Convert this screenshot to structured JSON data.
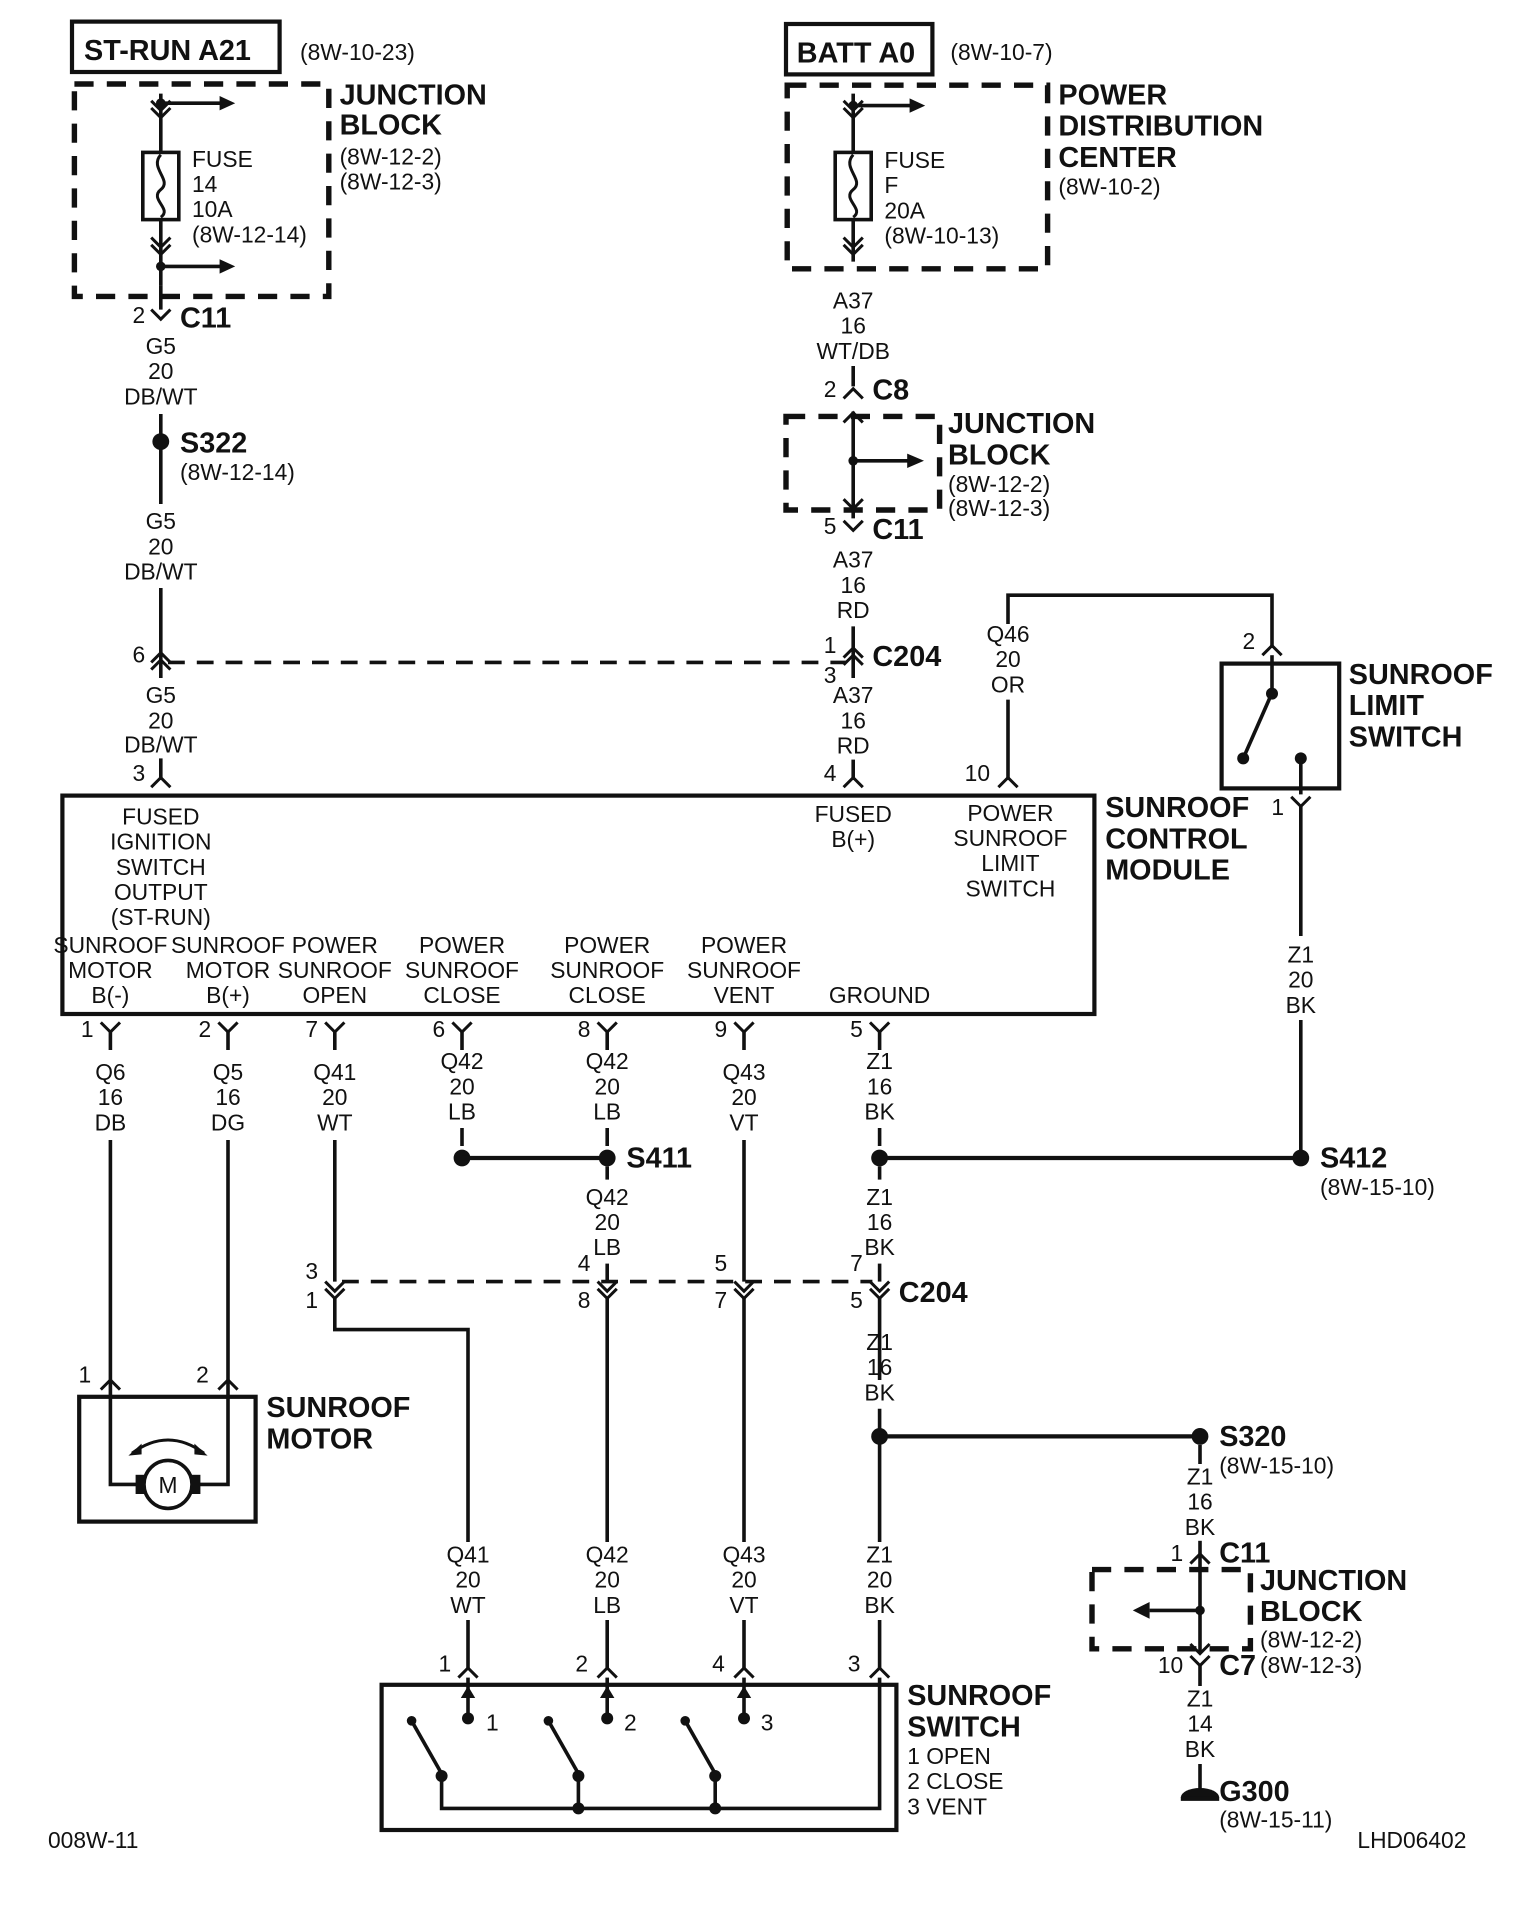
{
  "sources": {
    "st_run": {
      "name": "ST-RUN A21",
      "ref": "(8W-10-23)"
    },
    "batt": {
      "name": "BATT A0",
      "ref": "(8W-10-7)"
    }
  },
  "jb_top": {
    "title1": "JUNCTION",
    "title2": "BLOCK",
    "ref1": "(8W-12-2)",
    "ref2": "(8W-12-3)",
    "fuse": "FUSE",
    "fuse_num": "14",
    "fuse_amp": "10A",
    "fuse_ref": "(8W-12-14)"
  },
  "pdc": {
    "title1": "POWER",
    "title2": "DISTRIBUTION",
    "title3": "CENTER",
    "ref": "(8W-10-2)",
    "fuse": "FUSE",
    "fuse_num": "F",
    "fuse_amp": "20A",
    "fuse_ref": "(8W-10-13)"
  },
  "jb_mid": {
    "title1": "JUNCTION",
    "title2": "BLOCK",
    "ref1": "(8W-12-2)",
    "ref2": "(8W-12-3)"
  },
  "jb_low": {
    "title1": "JUNCTION",
    "title2": "BLOCK",
    "ref1": "(8W-12-2)",
    "ref2": "(8W-12-3)"
  },
  "connectors": {
    "c11": "C11",
    "c8": "C8",
    "c204": "C204",
    "c7": "C7"
  },
  "splices": {
    "s322": "S322",
    "s322_ref": "(8W-12-14)",
    "s411": "S411",
    "s412": "S412",
    "s412_ref": "(8W-15-10)",
    "s320": "S320",
    "s320_ref": "(8W-15-10)"
  },
  "ground": {
    "name": "G300",
    "ref": "(8W-15-11)"
  },
  "wires": {
    "g5": "G5",
    "a37": "A37",
    "q46": "Q46",
    "z1": "Z1",
    "q6": "Q6",
    "q5": "Q5",
    "q41": "Q41",
    "q42": "Q42",
    "q43": "Q43",
    "g20": "20",
    "g16": "16",
    "g14": "14",
    "dbwt": "DB/WT",
    "wtdb": "WT/DB",
    "rd": "RD",
    "or": "OR",
    "bk": "BK",
    "db": "DB",
    "dg": "DG",
    "wt": "WT",
    "lb": "LB",
    "vt": "VT"
  },
  "pins": {
    "p1": "1",
    "p2": "2",
    "p3": "3",
    "p4": "4",
    "p5": "5",
    "p6": "6",
    "p7": "7",
    "p8": "8",
    "p9": "9",
    "p10": "10"
  },
  "module": {
    "title1": "SUNROOF",
    "title2": "CONTROL",
    "title3": "MODULE",
    "fis1": "FUSED",
    "fis2": "IGNITION",
    "fis3": "SWITCH",
    "fis4": "OUTPUT",
    "fis5": "(ST-RUN)",
    "fb1": "FUSED",
    "fb2": "B(+)",
    "psl1": "POWER",
    "psl2": "SUNROOF",
    "psl3": "LIMIT",
    "psl4": "SWITCH",
    "smb1": "SUNROOF",
    "smb2": "MOTOR",
    "smb3": "B(-)",
    "smp1": "SUNROOF",
    "smp2": "MOTOR",
    "smp3": "B(+)",
    "pso1": "POWER",
    "pso2": "SUNROOF",
    "pso3": "OPEN",
    "psc1": "POWER",
    "psc2": "SUNROOF",
    "psc3": "CLOSE",
    "psv1": "POWER",
    "psv2": "SUNROOF",
    "psv3": "VENT",
    "gnd": "GROUND"
  },
  "limit_switch": {
    "title1": "SUNROOF",
    "title2": "LIMIT",
    "title3": "SWITCH"
  },
  "motor": {
    "title1": "SUNROOF",
    "title2": "MOTOR",
    "symbol": "M"
  },
  "sunroof_switch": {
    "title1": "SUNROOF",
    "title2": "SWITCH",
    "leg1": "1 OPEN",
    "leg2": "2 CLOSE",
    "leg3": "3 VENT"
  },
  "footer": {
    "left": "008W-11",
    "right": "LHD06402"
  }
}
